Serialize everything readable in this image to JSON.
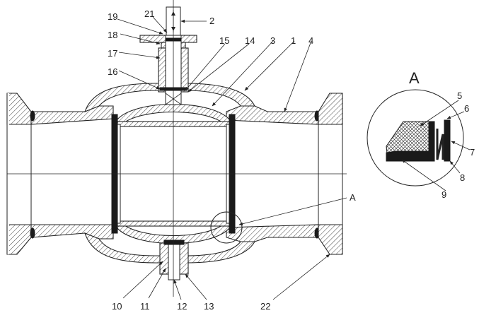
{
  "labels": {
    "l1": "1",
    "l2": "2",
    "l3": "3",
    "l4": "4",
    "l5": "5",
    "l6": "6",
    "l7": "7",
    "l8": "8",
    "l9": "9",
    "l10": "10",
    "l11": "11",
    "l12": "12",
    "l13": "13",
    "l14": "14",
    "l15": "15",
    "l16": "16",
    "l17": "17",
    "l18": "18",
    "l19": "19",
    "l21": "21",
    "l22": "22",
    "lA": "A",
    "detail_title": "A"
  }
}
